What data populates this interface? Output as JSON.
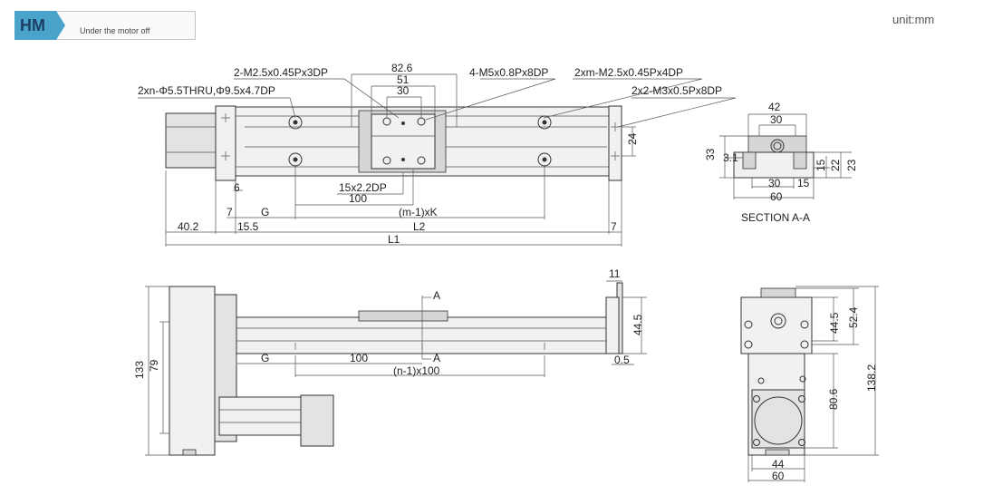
{
  "header": {
    "code": "HM",
    "subtitle": "Under the motor off",
    "unit": "unit:mm",
    "accent_color": "#4aa3c8",
    "code_color": "#1c3f66"
  },
  "top_view": {
    "callouts": {
      "m25_3dp": "2-M2.5x0.45Px3DP",
      "thru": "2xn-Φ5.5THRU,Φ9.5x4.7DP",
      "m5": "4-M5x0.8Px8DP",
      "m25_4dp": "2xm-M2.5x0.45Px4DP",
      "m3": "2x2-M3x0.5Px8DP",
      "pin": "15x2.2DP"
    },
    "dims": {
      "d82_6": "82.6",
      "d51": "51",
      "d30": "30",
      "d24": "24",
      "d6": "6",
      "d7a": "7",
      "dG": "G",
      "d100": "100",
      "dmk": "(m-1)xK",
      "d7b": "7",
      "d40_2": "40.2",
      "d15_5": "15.5",
      "dL2": "L2",
      "dL1": "L1"
    }
  },
  "section": {
    "title": "SECTION A-A",
    "dims": {
      "d42": "42",
      "d30top": "30",
      "d33": "33",
      "d3_1": "3.1",
      "d15r": "15",
      "d22": "22",
      "d23": "23",
      "d30bot": "30",
      "d15b": "15",
      "d60": "60"
    }
  },
  "side_view": {
    "labels": {
      "aTop": "A",
      "aBot": "A",
      "d11": "11",
      "d44_5": "44.5",
      "d0_5": "0.5",
      "d133": "133",
      "d79": "79",
      "dG": "G",
      "d100": "100",
      "dn": "(n-1)x100"
    }
  },
  "end_view": {
    "labels": {
      "d44_5": "44.5",
      "d52_4": "52.4",
      "d138_2": "138.2",
      "d80_6": "80.6",
      "d44": "44",
      "d60": "60"
    }
  }
}
